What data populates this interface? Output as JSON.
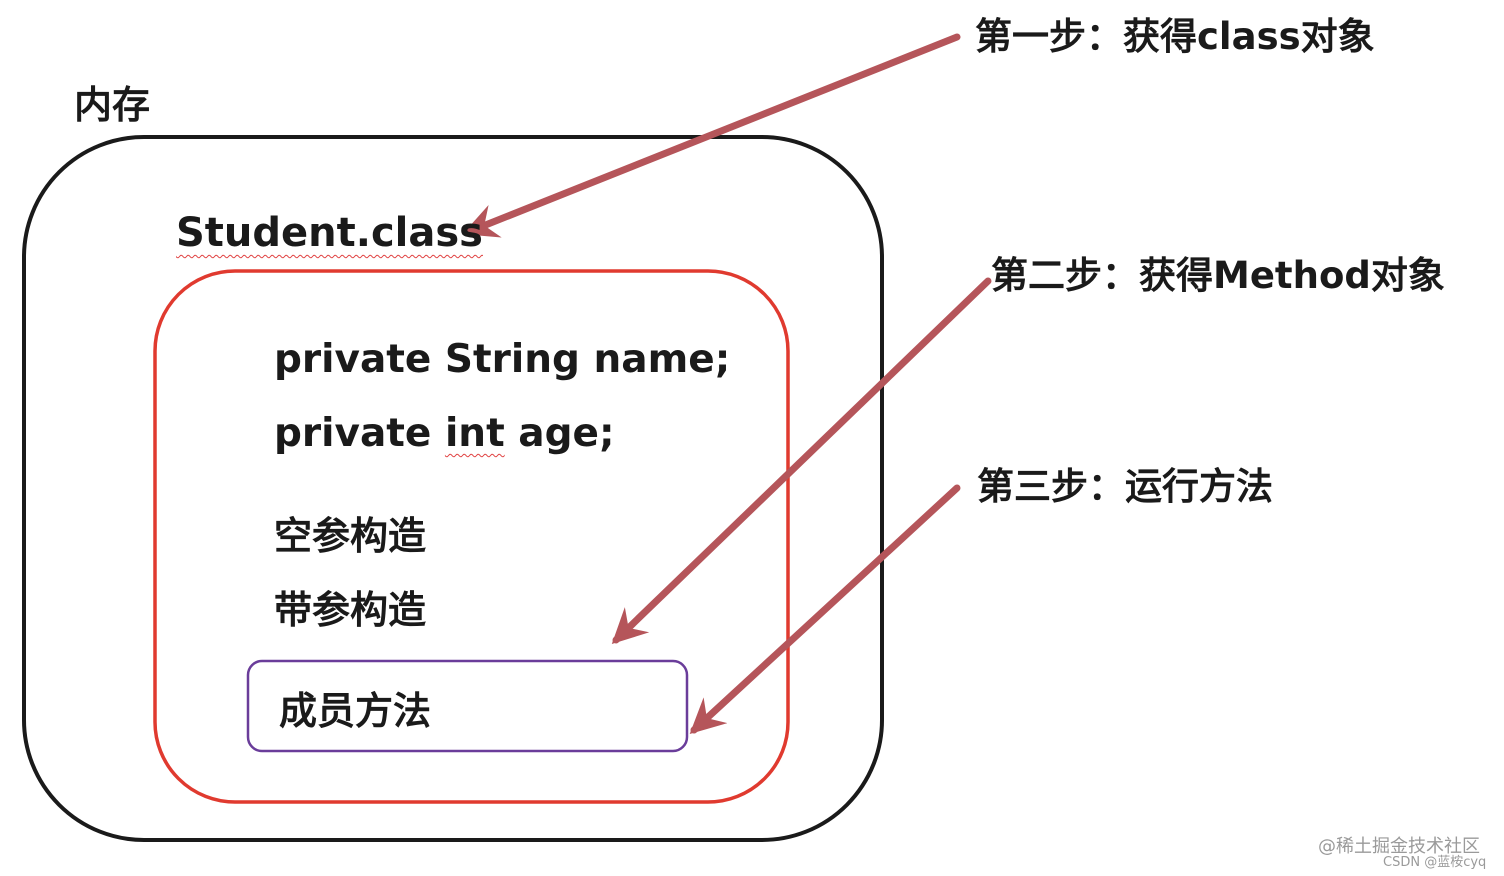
{
  "memory": {
    "title": "内存"
  },
  "class_box": {
    "title": "Student.class",
    "fields": [
      {
        "prefix": "private String name;",
        "type_word": "",
        "suffix": ""
      },
      {
        "prefix": "private ",
        "type_word": "int",
        "suffix": " age;"
      }
    ],
    "constructors": [
      "空参构造",
      "带参构造"
    ],
    "member_method": "成员方法"
  },
  "steps": [
    {
      "label": "第一步：获得class对象"
    },
    {
      "label": "第二步：获得Method对象"
    },
    {
      "label": "第三步：运行方法"
    }
  ],
  "watermark": {
    "line1": "@稀土掘金技术社区",
    "line2": "CSDN @蓝桉cyq"
  },
  "colors": {
    "memory_border": "#1a1a1a",
    "class_border": "#e03a2f",
    "method_border": "#6a3d9a",
    "arrow": "#b5555a"
  }
}
